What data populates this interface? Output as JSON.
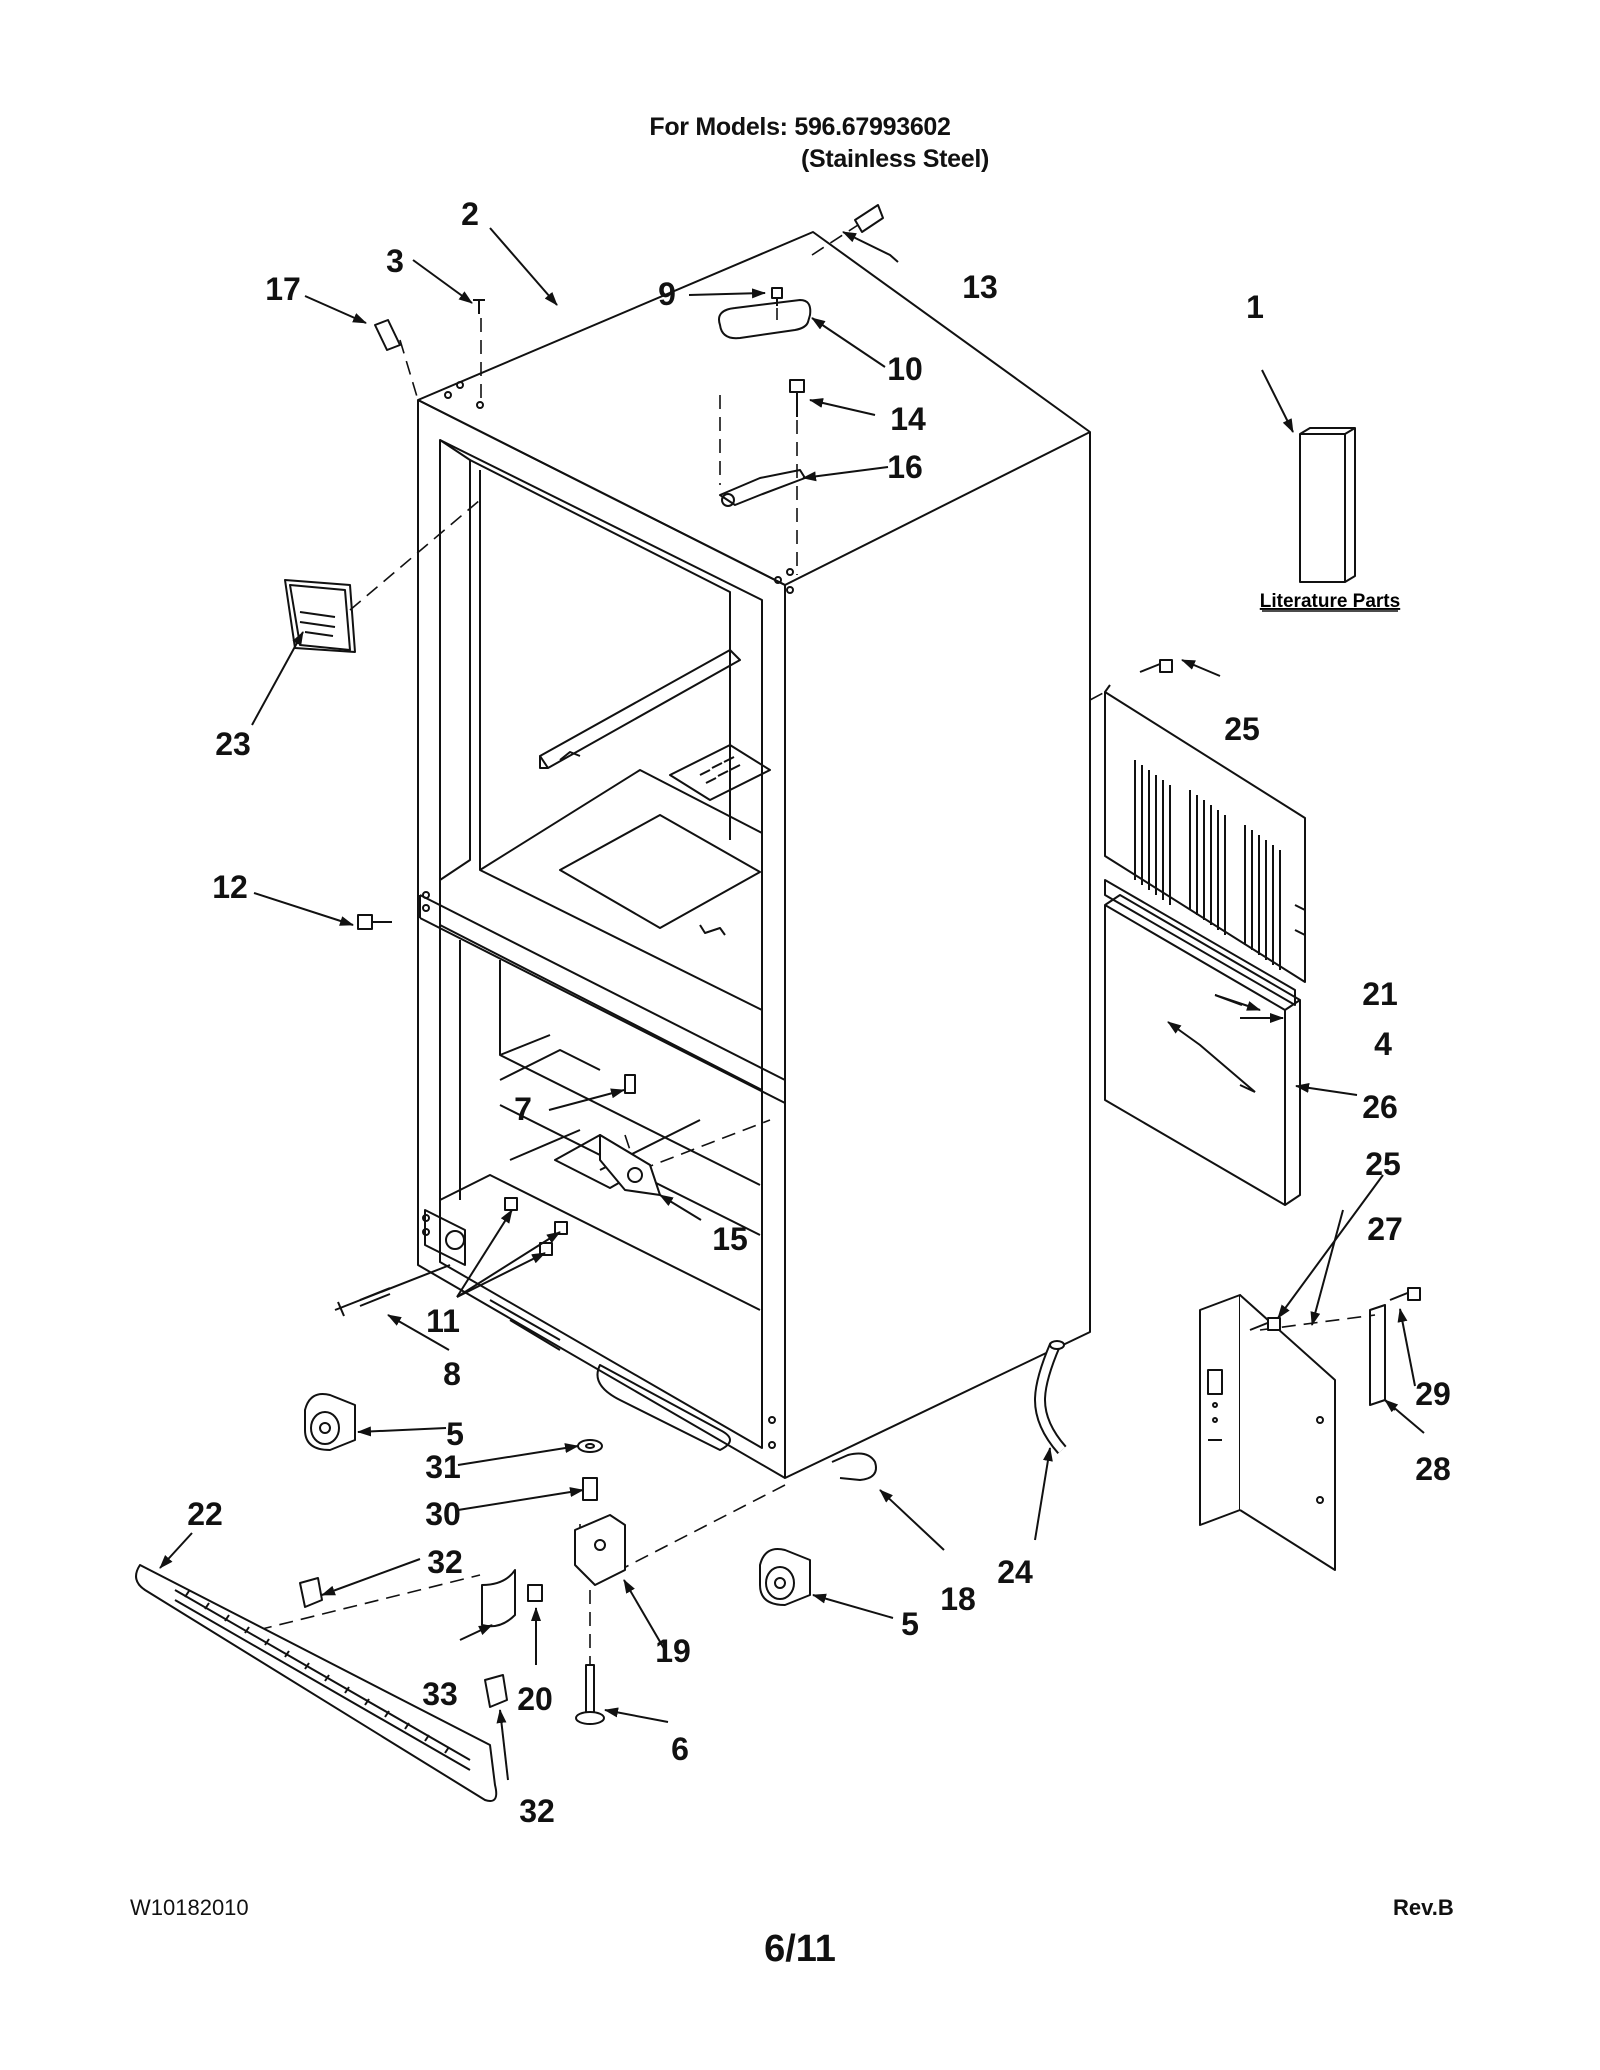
{
  "header": {
    "models_line": "For Models: 596.67993602",
    "finish_line": "(Stainless Steel)"
  },
  "literature_label": "Literature Parts",
  "callouts": [
    "1",
    "2",
    "3",
    "4",
    "5",
    "5",
    "6",
    "7",
    "8",
    "9",
    "10",
    "11",
    "12",
    "13",
    "14",
    "15",
    "16",
    "17",
    "18",
    "19",
    "20",
    "21",
    "22",
    "23",
    "24",
    "25",
    "25",
    "26",
    "27",
    "28",
    "29",
    "30",
    "31",
    "32",
    "32",
    "33"
  ],
  "footer": {
    "doc_number": "W10182010",
    "page": "6/11",
    "revision": "Rev.B"
  }
}
